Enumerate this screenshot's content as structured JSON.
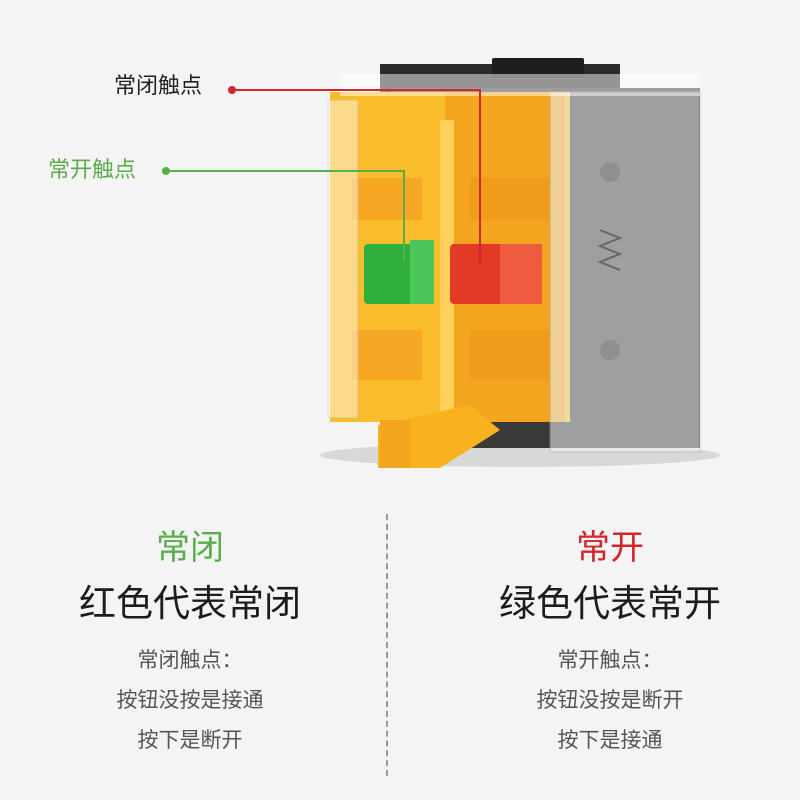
{
  "callouts": {
    "normally_closed": "常闭触点",
    "normally_open": "常开触点"
  },
  "left": {
    "title": "常闭",
    "subtitle": "红色代表常闭",
    "lines": [
      "常闭触点：",
      "按钮没按是接通",
      "按下是断开"
    ]
  },
  "right": {
    "title": "常开",
    "subtitle": "绿色代表常开",
    "lines": [
      "常开触点：",
      "按钮没按是断开",
      "按下是接通"
    ]
  },
  "colors": {
    "green": "#5aae4a",
    "red": "#d2262b",
    "yellow": "#f7b82a",
    "background": "#f4f4f4"
  }
}
